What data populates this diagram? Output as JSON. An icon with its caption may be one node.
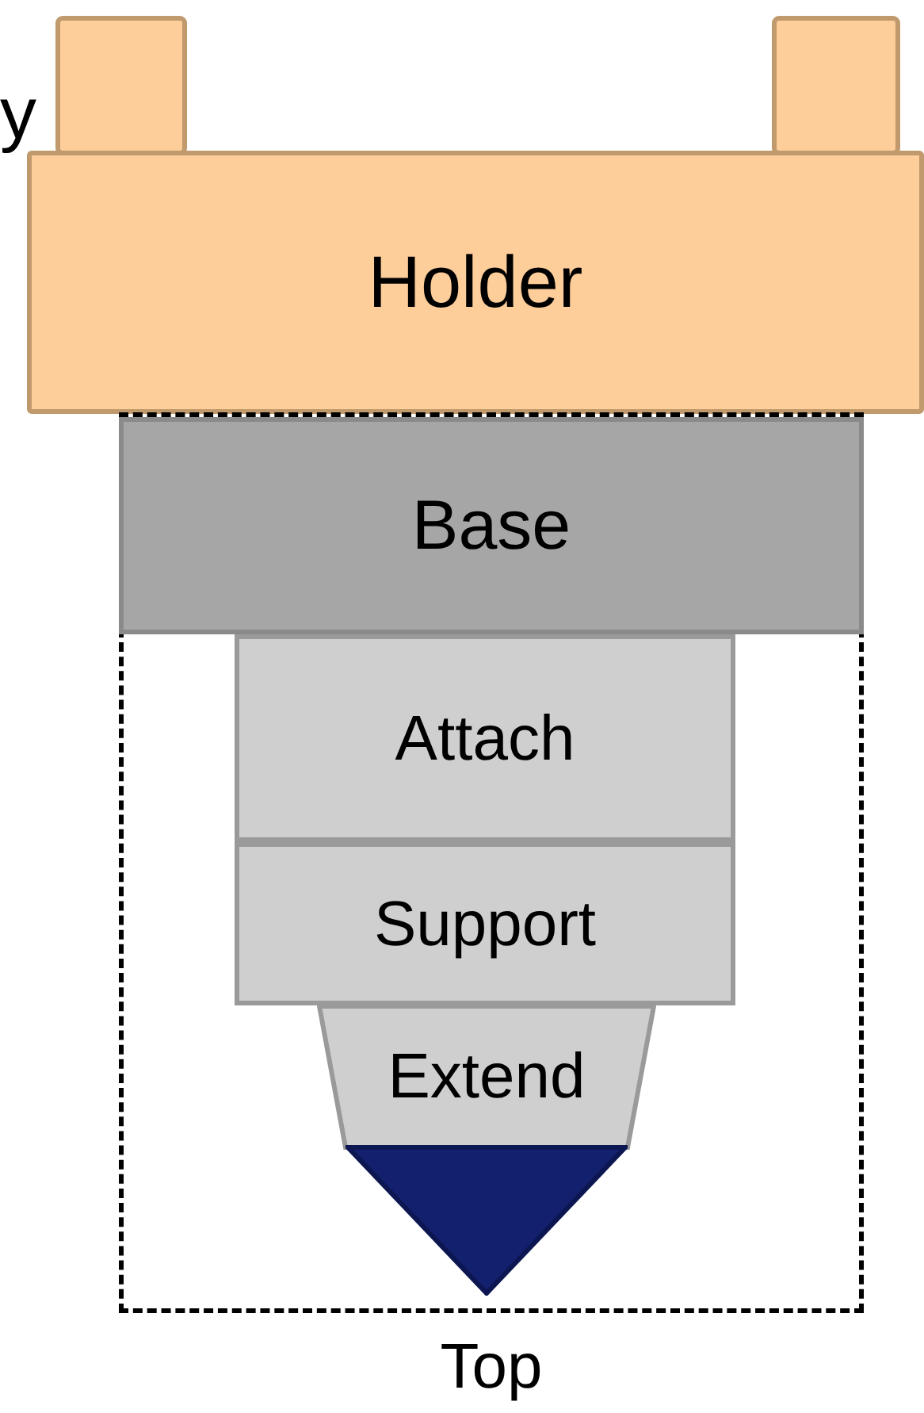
{
  "diagram": {
    "nodes": [
      {
        "text": [],
        "shape": "box"
      },
      {
        "text": [],
        "shape": "box"
      },
      {
        "text": [
          "Holder"
        ]
      },
      {
        "text": [
          "Top"
        ]
      },
      {
        "text": [
          "Base"
        ],
        "in": 3
      },
      {
        "text": [
          "Attach"
        ],
        "in": 3
      },
      {
        "text": [
          "Support"
        ],
        "in": 3
      },
      {
        "text": [
          "Extend"
        ],
        "in": 3
      },
      {
        "text": [],
        "shape": "triangle",
        "in": 3
      }
    ],
    "edges": [],
    "labels": [
      "y"
    ]
  }
}
